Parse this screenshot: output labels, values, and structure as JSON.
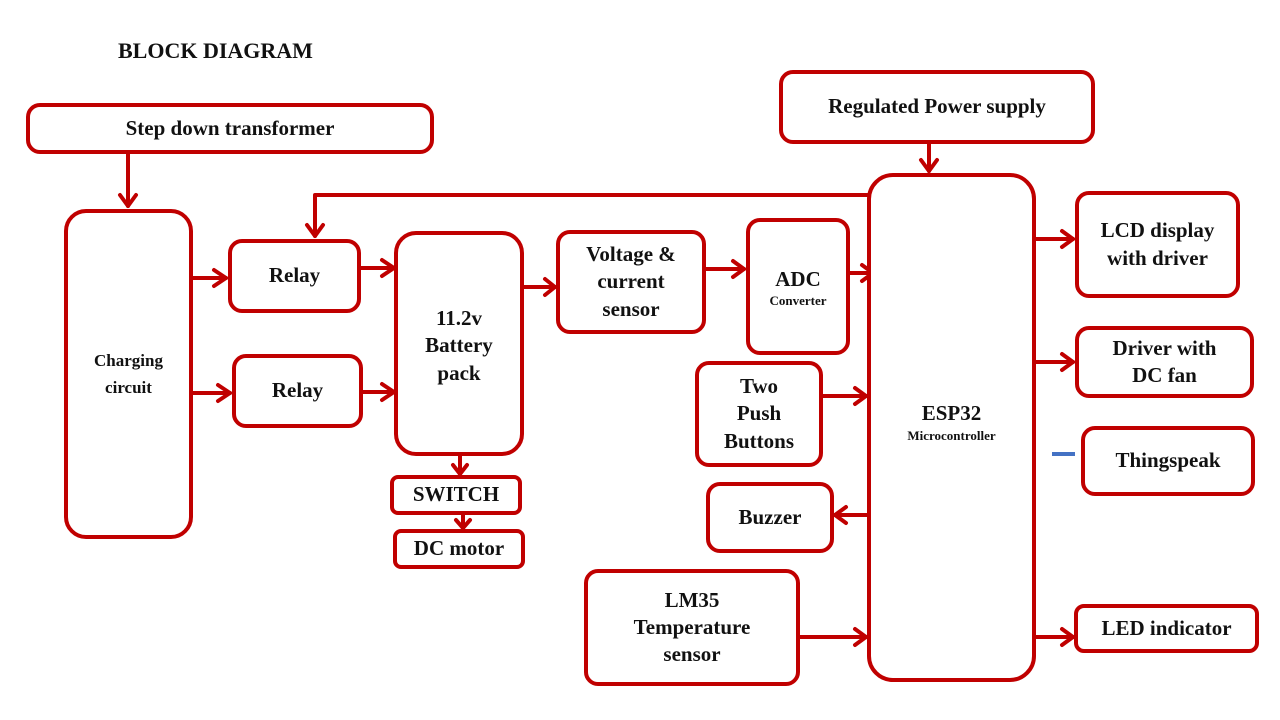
{
  "title": "BLOCK DIAGRAM",
  "colors": {
    "block_border": "#c00000",
    "arrow": "#c00000",
    "thingspeak_link": "#4472c4",
    "text": "#111111",
    "background": "#ffffff"
  },
  "blocks": {
    "step_down_transformer": {
      "label": "Step down transformer"
    },
    "regulated_power_supply": {
      "label": "Regulated Power supply"
    },
    "charging_circuit": {
      "line1": "Charging",
      "line2": "circuit"
    },
    "relay_top": {
      "label": "Relay"
    },
    "relay_bottom": {
      "label": "Relay"
    },
    "battery_pack": {
      "line1": "11.2v",
      "line2": "Battery",
      "line3": "pack"
    },
    "switch": {
      "label": "SWITCH"
    },
    "dc_motor": {
      "label": "DC motor"
    },
    "voltage_current_sensor": {
      "line1": "Voltage &",
      "line2": "current",
      "line3": "sensor"
    },
    "adc_converter": {
      "label": "ADC",
      "sublabel": "Converter"
    },
    "push_buttons": {
      "line1": "Two",
      "line2": "Push",
      "line3": "Buttons"
    },
    "buzzer": {
      "label": "Buzzer"
    },
    "lm35_sensor": {
      "line1": "LM35",
      "line2": "Temperature",
      "line3": "sensor"
    },
    "esp32": {
      "label": "ESP32",
      "sublabel": "Microcontroller"
    },
    "lcd_display": {
      "line1": "LCD display",
      "line2": "with driver"
    },
    "driver_dc_fan": {
      "line1": "Driver with",
      "line2": "DC fan"
    },
    "thingspeak": {
      "label": "Thingspeak"
    },
    "led_indicator": {
      "label": "LED indicator"
    }
  },
  "connections": [
    {
      "from": "step_down_transformer",
      "to": "charging_circuit"
    },
    {
      "from": "charging_circuit",
      "to": "relay_top"
    },
    {
      "from": "charging_circuit",
      "to": "relay_bottom"
    },
    {
      "from": "relay_top",
      "to": "battery_pack"
    },
    {
      "from": "relay_bottom",
      "to": "battery_pack"
    },
    {
      "from": "esp32",
      "to": "relay_top"
    },
    {
      "from": "battery_pack",
      "to": "voltage_current_sensor"
    },
    {
      "from": "battery_pack",
      "to": "switch"
    },
    {
      "from": "switch",
      "to": "dc_motor"
    },
    {
      "from": "voltage_current_sensor",
      "to": "adc_converter"
    },
    {
      "from": "adc_converter",
      "to": "esp32"
    },
    {
      "from": "push_buttons",
      "to": "esp32"
    },
    {
      "from": "esp32",
      "to": "buzzer"
    },
    {
      "from": "lm35_sensor",
      "to": "esp32"
    },
    {
      "from": "regulated_power_supply",
      "to": "esp32"
    },
    {
      "from": "esp32",
      "to": "lcd_display"
    },
    {
      "from": "esp32",
      "to": "driver_dc_fan"
    },
    {
      "from": "esp32",
      "to": "thingspeak"
    },
    {
      "from": "esp32",
      "to": "led_indicator"
    }
  ]
}
